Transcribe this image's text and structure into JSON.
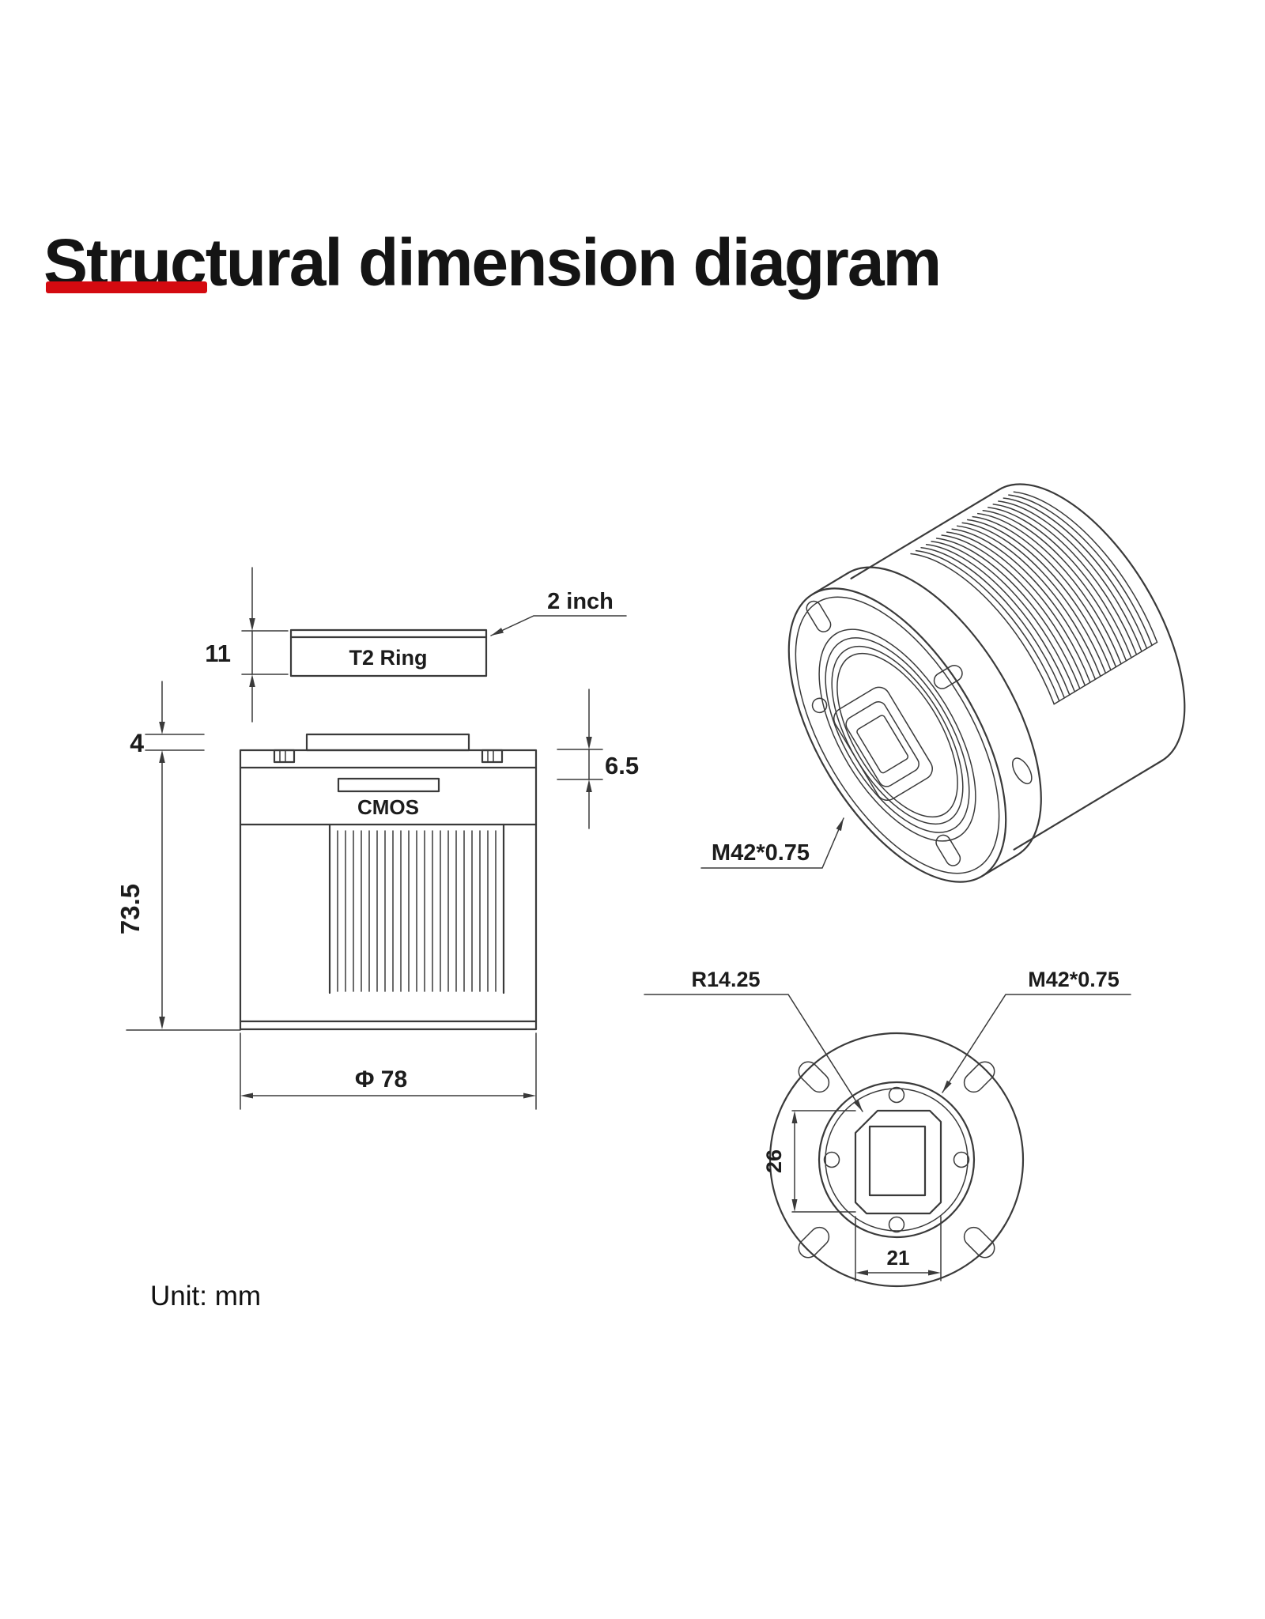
{
  "page": {
    "title": "Structural dimension diagram",
    "unit_label": "Unit: mm"
  },
  "colors": {
    "accent_red": "#d40a10",
    "line": "#3a3a3a",
    "text": "#141414"
  },
  "side_view": {
    "t2_ring": "T2 Ring",
    "two_inch": "2 inch",
    "cmos": "CMOS",
    "dim_ring_height": "11",
    "dim_top_step": "4",
    "dim_body_height": "73.5",
    "dim_back_step": "6.5",
    "dim_diameter": "Φ 78"
  },
  "perspective_view": {
    "thread_label": "M42*0.75"
  },
  "front_view": {
    "radius_label": "R14.25",
    "thread_label": "M42*0.75",
    "dim_inner_height": "26",
    "dim_inner_width": "21"
  }
}
